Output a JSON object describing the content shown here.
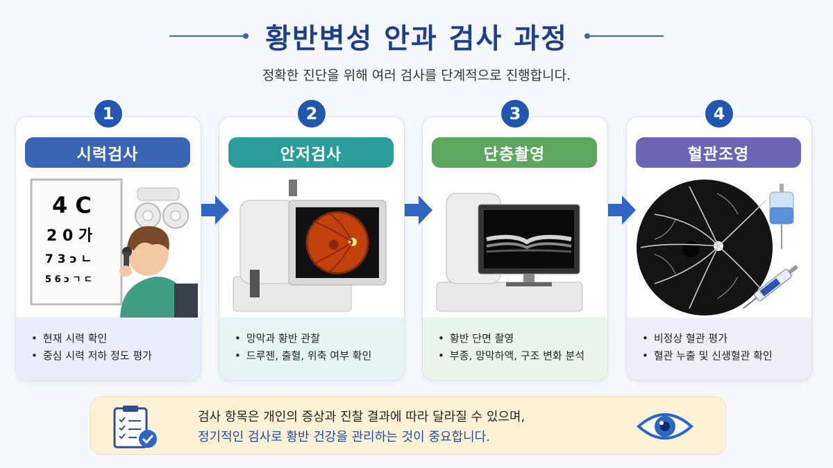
{
  "title": "황반변성 안과 검사 과정",
  "subtitle": "정확한 진단을 위해 여러 검사를 단계적으로 진행합니다.",
  "chart_labels": {
    "eye_chart_rows": [
      "4 C",
      "2 0 가",
      "7 3 ↄ ㄴ",
      "5 6 ↄ ㄱ ㄷ"
    ]
  },
  "steps": [
    {
      "number": "1",
      "title": "시력검사",
      "color": "#3a64b4",
      "tint": "#e9eefb",
      "bullets": [
        "현재 시력 확인",
        "중심 시력 저하 정도 평가"
      ]
    },
    {
      "number": "2",
      "title": "안저검사",
      "color": "#2a9d9a",
      "tint": "#e6f5f4",
      "bullets": [
        "망막과 황반 관찰",
        "드루젠, 출혈, 위축 여부 확인"
      ]
    },
    {
      "number": "3",
      "title": "단층촬영",
      "color": "#5ca65e",
      "tint": "#eaf5e9",
      "bullets": [
        "황반 단면 촬영",
        "부종, 망막하액, 구조 변화 분석"
      ]
    },
    {
      "number": "4",
      "title": "혈관조영",
      "color": "#6c64b4",
      "tint": "#eeedf8",
      "bullets": [
        "비정상 혈관 평가",
        "혈관 누출 및 신생혈관 확인"
      ]
    }
  ],
  "note": {
    "line1": "검사 항목은 개인의 증상과 진찰 결과에 따라 달라질 수 있으며,",
    "line2": "정기적인 검사로 황반 건강을 관리하는 것이 중요합니다."
  },
  "icons": {
    "step_arrow": "right-arrow-icon",
    "clipboard": "clipboard-check-icon",
    "eye": "eye-icon"
  },
  "colors": {
    "accent": "#2257b0",
    "title": "#1f3f86"
  }
}
